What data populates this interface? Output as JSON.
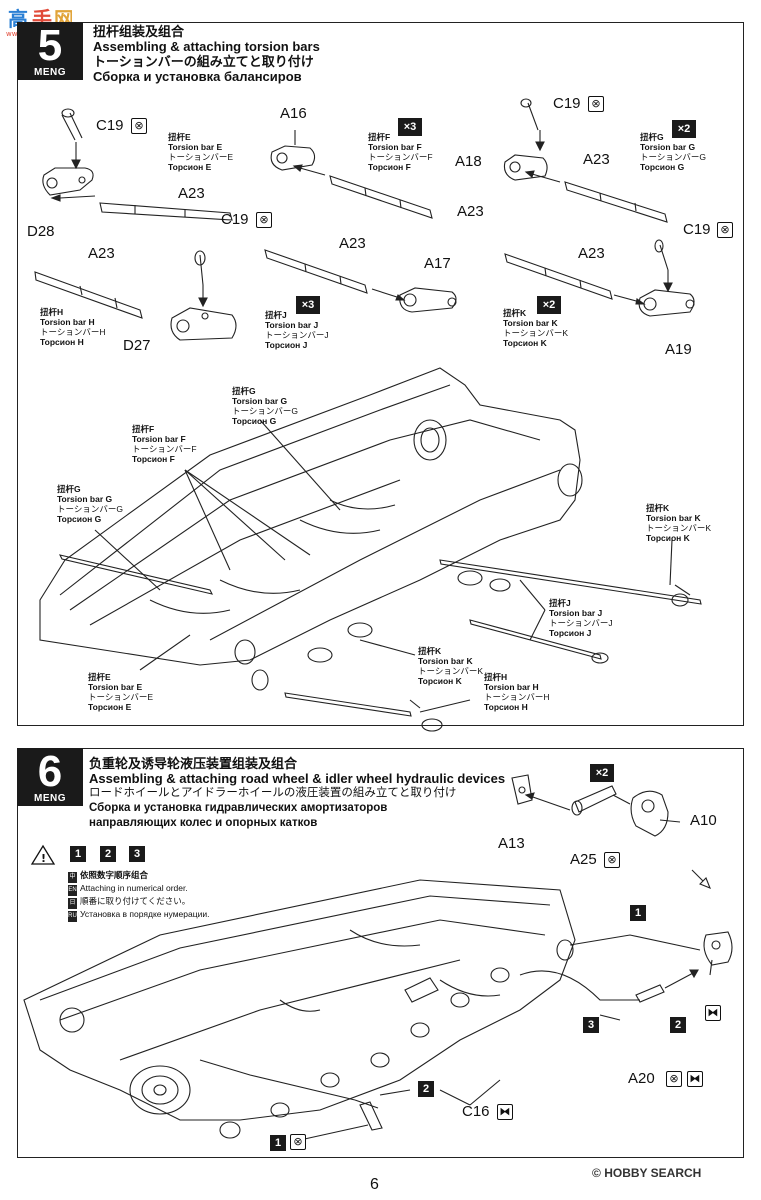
{
  "site_logo": {
    "glyphs": "高",
    "url": "www.nanshan.com"
  },
  "step5": {
    "number": "5",
    "brand": "MENG",
    "title_zh": "扭杆组装及组合",
    "title_en": "Assembling & attaching torsion bars",
    "title_jp": "トーションバーの組み立てと取り付け",
    "title_ru": "Сборка и установка балансиров"
  },
  "step6": {
    "number": "6",
    "brand": "MENG",
    "title_zh": "负重轮及诱导轮液压装置组装及组合",
    "title_en": "Assembling & attaching road wheel & idler wheel hydraulic devices",
    "title_jp": "ロードホイールとアイドラーホイールの液圧装置の組み立てと取り付け",
    "title_ru1": "Сборка и установка гидравлических амортизаторов",
    "title_ru2": "направляющих колес и опорных катков"
  },
  "torsion_labels": {
    "E": {
      "zh": "扭杆E",
      "en": "Torsion bar E",
      "jp": "トーションバーE",
      "ru": "Торсион E"
    },
    "F": {
      "zh": "扭杆F",
      "en": "Torsion bar F",
      "jp": "トーションバーF",
      "ru": "Торсион F"
    },
    "G": {
      "zh": "扭杆G",
      "en": "Torsion bar G",
      "jp": "トーションバーG",
      "ru": "Торсион G"
    },
    "H": {
      "zh": "扭杆H",
      "en": "Torsion bar H",
      "jp": "トーションバーH",
      "ru": "Торсион H"
    },
    "J": {
      "zh": "扭杆J",
      "en": "Torsion bar J",
      "jp": "トーションバーJ",
      "ru": "Торсион J"
    },
    "K": {
      "zh": "扭杆K",
      "en": "Torsion bar K",
      "jp": "トーションバーK",
      "ru": "Торсион K"
    }
  },
  "multipliers": {
    "x3": "×3",
    "x2": "×2"
  },
  "parts": {
    "C19": "C19",
    "A16": "A16",
    "A18": "A18",
    "A23": "A23",
    "D28": "D28",
    "D27": "D27",
    "A17": "A17",
    "A19": "A19",
    "A10": "A10",
    "A13": "A13",
    "A25": "A25",
    "A20": "A20",
    "C16": "C16"
  },
  "order_note": {
    "zh": "依照数字顺序组合",
    "en": "Attaching in numerical order.",
    "jp": "順番に取り付けてください。",
    "ru": "Установка в порядке нумерации.",
    "flag_zh": "中",
    "flag_en": "EN",
    "flag_jp": "日",
    "flag_ru": "RU"
  },
  "order_steps": [
    "1",
    "2",
    "3"
  ],
  "symbols": {
    "glue": "⊗",
    "no_glue": "⧓",
    "warning": "!"
  },
  "page_number": "6",
  "watermark": "HOBBY SEARCH"
}
